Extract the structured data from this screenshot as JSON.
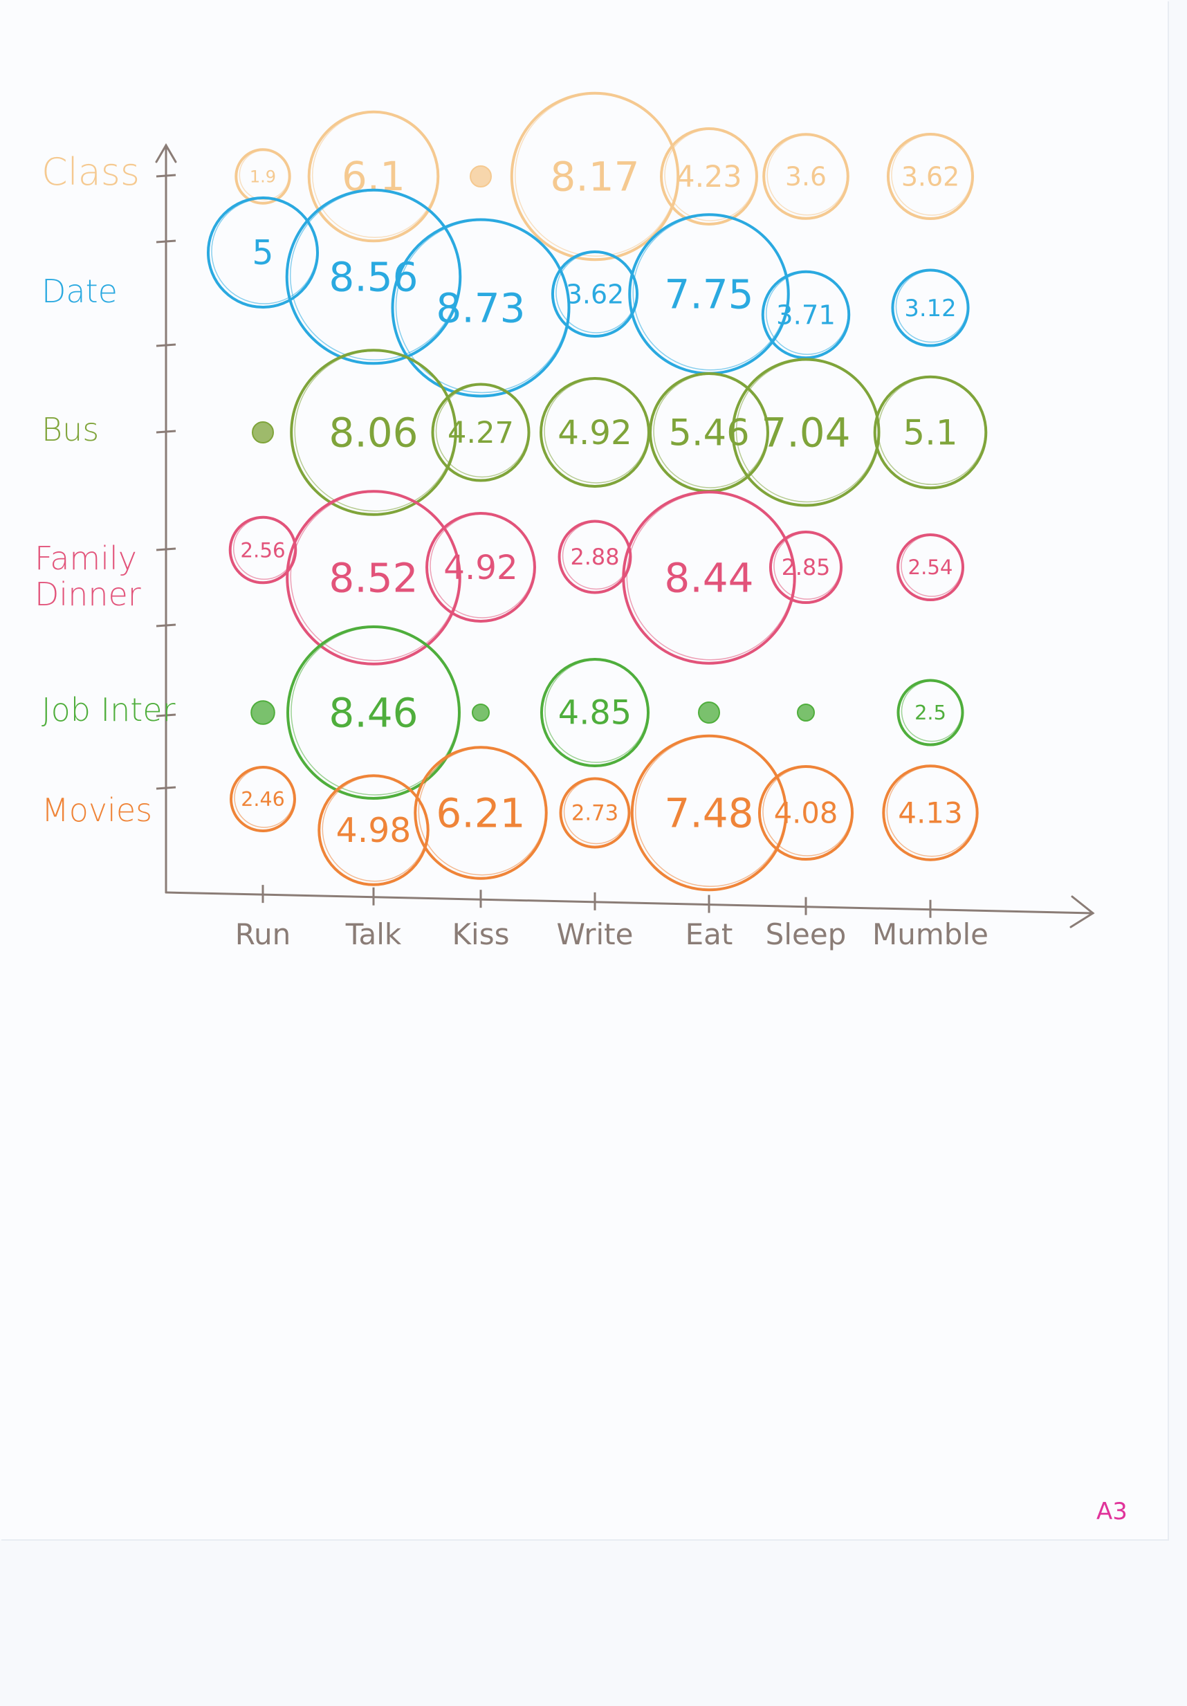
{
  "chart_data": {
    "type": "bubble",
    "categories": [
      "Run",
      "Talk",
      "Kiss",
      "Write",
      "Eat",
      "Sleep",
      "Mumble"
    ],
    "series": [
      {
        "name": "Class",
        "color": "#f5c990",
        "points": [
          {
            "x": "Run",
            "value": 1.9
          },
          {
            "x": "Talk",
            "value": 6.1
          },
          {
            "x": "Kiss",
            "value": 1.5,
            "dot": true
          },
          {
            "x": "Write",
            "value": 8.17
          },
          {
            "x": "Eat",
            "value": 4.23
          },
          {
            "x": "Sleep",
            "value": 3.6
          },
          {
            "x": "Mumble",
            "value": 3.62
          }
        ]
      },
      {
        "name": "Date",
        "color": "#2aa9e0",
        "points": [
          {
            "x": "Run",
            "value": 5
          },
          {
            "x": "Talk",
            "value": 8.56
          },
          {
            "x": "Kiss",
            "value": 8.73
          },
          {
            "x": "Write",
            "value": 3.62
          },
          {
            "x": "Eat",
            "value": 7.75
          },
          {
            "x": "Sleep",
            "value": 3.71
          },
          {
            "x": "Mumble",
            "value": 3.12
          }
        ]
      },
      {
        "name": "Bus",
        "color": "#7fa43a",
        "points": [
          {
            "x": "Run",
            "value": 1.5,
            "dot": true
          },
          {
            "x": "Talk",
            "value": 8.06
          },
          {
            "x": "Kiss",
            "value": 4.27
          },
          {
            "x": "Write",
            "value": 4.92
          },
          {
            "x": "Eat",
            "value": 5.46
          },
          {
            "x": "Sleep",
            "value": 7.04
          },
          {
            "x": "Mumble",
            "value": 5.1
          }
        ]
      },
      {
        "name": "Family Dinner",
        "color": "#e2537a",
        "points": [
          {
            "x": "Run",
            "value": 2.56
          },
          {
            "x": "Talk",
            "value": 8.52
          },
          {
            "x": "Kiss",
            "value": 4.92
          },
          {
            "x": "Write",
            "value": 2.88
          },
          {
            "x": "Eat",
            "value": 8.44
          },
          {
            "x": "Sleep",
            "value": 2.85
          },
          {
            "x": "Mumble",
            "value": 2.54
          }
        ]
      },
      {
        "name": "Job Interview",
        "color": "#4fae3c",
        "points": [
          {
            "x": "Run",
            "value": 1.8,
            "dot": true
          },
          {
            "x": "Talk",
            "value": 8.46
          },
          {
            "x": "Kiss",
            "value": 1.0,
            "dot": true
          },
          {
            "x": "Write",
            "value": 4.85
          },
          {
            "x": "Eat",
            "value": 1.5,
            "dot": true
          },
          {
            "x": "Sleep",
            "value": 1.0,
            "dot": true
          },
          {
            "x": "Mumble",
            "value": 2.5
          }
        ]
      },
      {
        "name": "Movies",
        "color": "#ef8438",
        "points": [
          {
            "x": "Run",
            "value": 2.46
          },
          {
            "x": "Talk",
            "value": 4.98
          },
          {
            "x": "Kiss",
            "value": 6.21
          },
          {
            "x": "Write",
            "value": 2.73
          },
          {
            "x": "Eat",
            "value": 7.48
          },
          {
            "x": "Sleep",
            "value": 4.08
          },
          {
            "x": "Mumble",
            "value": 4.13
          }
        ]
      }
    ],
    "y_labels": [
      "Class",
      "Date",
      "Bus",
      "Family Dinner",
      "Job Interview",
      "Movies"
    ],
    "y_label_lines": [
      [
        "Class"
      ],
      [
        "Date"
      ],
      [
        "Bus"
      ],
      [
        "Family",
        "Dinner"
      ],
      [
        "Job Inter"
      ],
      [
        "Movies"
      ]
    ],
    "axis_color": "#8a7c76",
    "xlabel": "",
    "ylabel": "",
    "title": ""
  },
  "page": {
    "corner_label": "A3"
  }
}
